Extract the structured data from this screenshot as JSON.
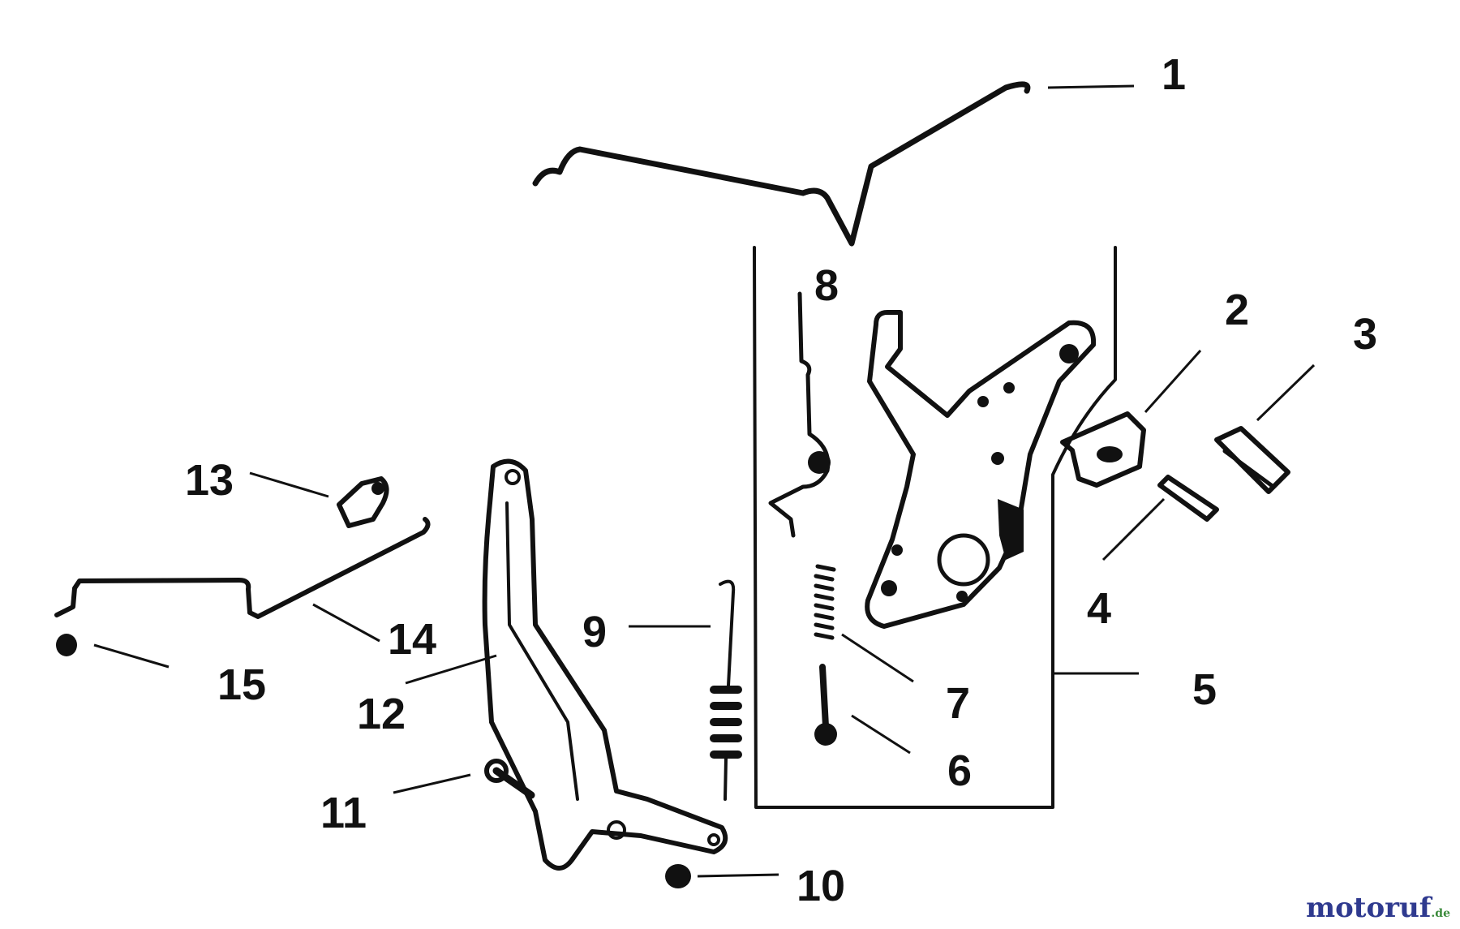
{
  "callouts": [
    "1",
    "2",
    "3",
    "4",
    "5",
    "6",
    "7",
    "8",
    "9",
    "10",
    "11",
    "12",
    "13",
    "14",
    "15"
  ],
  "watermark": {
    "brand": "motoruf",
    "tld": ".de",
    "brand_color": "#2f3a8f",
    "tld_color": "#3a8a3a"
  }
}
